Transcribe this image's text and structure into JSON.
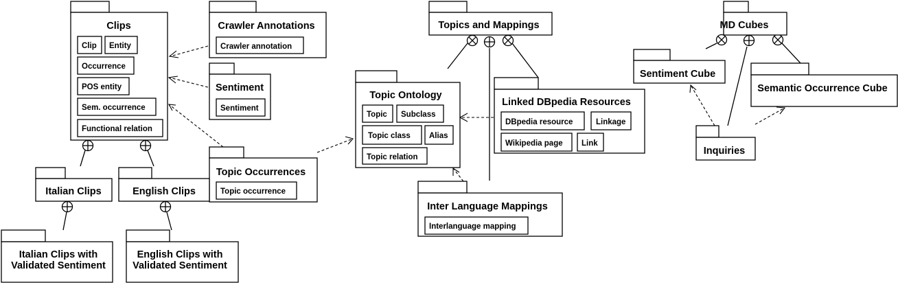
{
  "packages": {
    "clips": {
      "title": "Clips",
      "items": [
        "Clip",
        "Entity",
        "Occurrence",
        "POS entity",
        "Sem. occurrence",
        "Functional relation"
      ]
    },
    "crawler": {
      "title": "Crawler Annotations",
      "items": [
        "Crawler annotation"
      ]
    },
    "sentiment": {
      "title": "Sentiment",
      "items": [
        "Sentiment"
      ]
    },
    "topic_occ": {
      "title": "Topic Occurrences",
      "items": [
        "Topic occurrence"
      ]
    },
    "italian_clips": {
      "title": "Italian Clips"
    },
    "english_clips": {
      "title": "English Clips"
    },
    "italian_valid": {
      "title_line1": "Italian Clips with",
      "title_line2": "Validated Sentiment"
    },
    "english_valid": {
      "title_line1": "English Clips with",
      "title_line2": "Validated Sentiment"
    },
    "topics_mappings": {
      "title": "Topics and Mappings"
    },
    "topic_ontology": {
      "title": "Topic Ontology",
      "items": [
        "Topic",
        "Subclass",
        "Topic class",
        "Alias",
        "Topic relation"
      ]
    },
    "linked_dbpedia": {
      "title": "Linked DBpedia Resources",
      "items": [
        "DBpedia resource",
        "Linkage",
        "Wikipedia page",
        "Link"
      ]
    },
    "inter_lang": {
      "title": "Inter Language Mappings",
      "items": [
        "Interlanguage mapping"
      ]
    },
    "md_cubes": {
      "title": "MD Cubes"
    },
    "sentiment_cube": {
      "title": "Sentiment Cube"
    },
    "semantic_cube": {
      "title": "Semantic Occurrence Cube"
    },
    "inquiries": {
      "title": "Inquiries"
    }
  }
}
